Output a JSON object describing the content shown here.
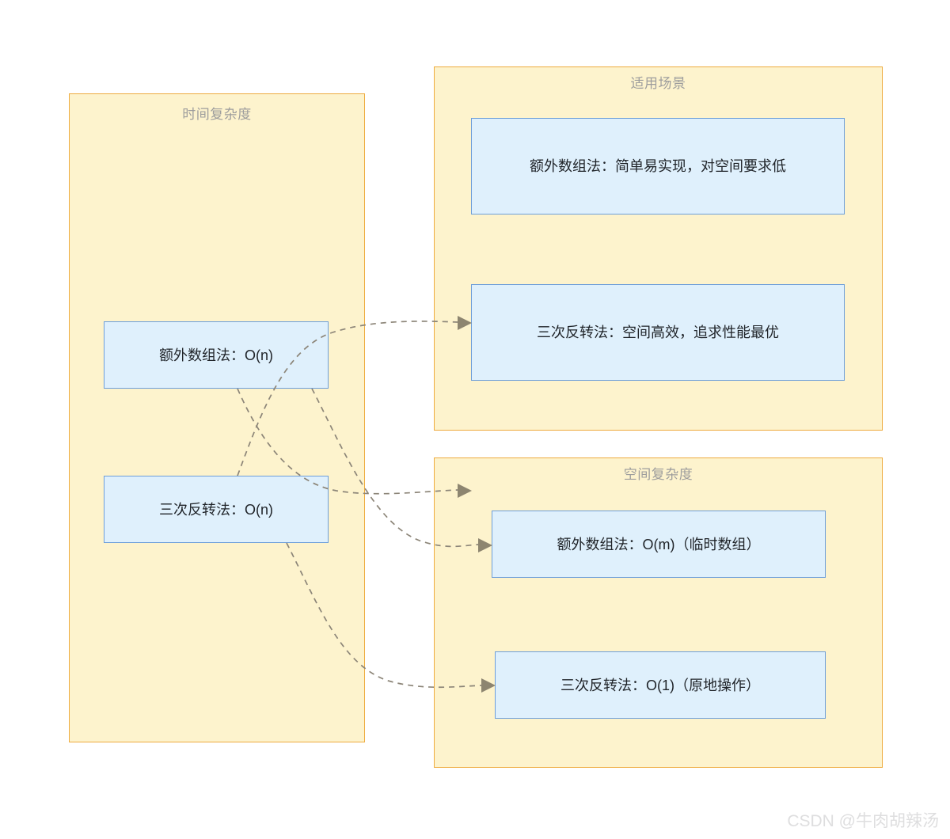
{
  "diagram": {
    "type": "flowchart",
    "background_color": "#ffffff",
    "panel_fill": "#fdf3cd",
    "panel_border": "#eeab3e",
    "node_fill": "#dff0fc",
    "node_border": "#6d9ed9",
    "edge_color": "#8c8578",
    "title_color": "#9d9d9d",
    "panels": [
      {
        "id": "time",
        "title": "时间复杂度",
        "nodes": [
          {
            "id": "time-extra",
            "label": "额外数组法：O(n)"
          },
          {
            "id": "time-reverse",
            "label": "三次反转法：O(n)"
          }
        ]
      },
      {
        "id": "scene",
        "title": "适用场景",
        "nodes": [
          {
            "id": "scene-extra",
            "label": "额外数组法：简单易实现，对空间要求低"
          },
          {
            "id": "scene-reverse",
            "label": "三次反转法：空间高效，追求性能最优"
          }
        ]
      },
      {
        "id": "space",
        "title": "空间复杂度",
        "nodes": [
          {
            "id": "space-extra",
            "label": "额外数组法：O(m)（临时数组）"
          },
          {
            "id": "space-reverse",
            "label": "三次反转法：O(1)（原地操作）"
          }
        ]
      }
    ],
    "edges": [
      {
        "from": "time-reverse",
        "to": "scene-extra",
        "style": "dashed",
        "arrow": "triangle"
      },
      {
        "from": "time-extra",
        "to": "scene-reverse",
        "style": "dashed",
        "arrow": "triangle"
      },
      {
        "from": "time-extra",
        "to": "space-extra",
        "style": "dashed",
        "arrow": "triangle"
      },
      {
        "from": "time-reverse",
        "to": "space-reverse",
        "style": "dashed",
        "arrow": "triangle"
      }
    ]
  },
  "watermark": {
    "text": "CSDN @牛肉胡辣汤"
  }
}
